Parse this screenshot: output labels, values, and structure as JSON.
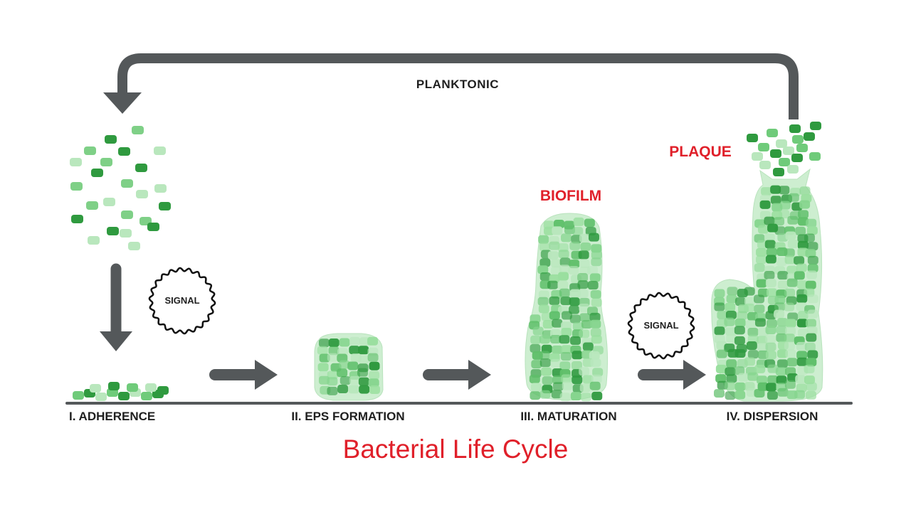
{
  "labels": {
    "planktonic": "PLANKTONIC",
    "signal_1": "SIGNAL",
    "signal_2": "SIGNAL",
    "biofilm": "BIOFILM",
    "plaque": "PLAQUE",
    "title": "Bacterial Life Cycle"
  },
  "stages": [
    {
      "label": "I. ADHERENCE"
    },
    {
      "label": "II. EPS FORMATION"
    },
    {
      "label": "III. MATURATION"
    },
    {
      "label": "IV. DISPERSION"
    }
  ],
  "colors": {
    "arrow": "#54585a",
    "ground": "#54585a",
    "cell_dark": "#2f9a3f",
    "cell_light": "#86d58e",
    "cell_pale": "#b9e7bd",
    "matrix": "#cdeed0",
    "red_text": "#e0202a",
    "label_text": "#1f1f1f"
  },
  "icons": {
    "cycle_arrow": "curved-return-arrow-icon",
    "down_arrow": "down-arrow-icon",
    "right_arrow": "right-arrow-icon",
    "signal_badge": "wavy-circle-icon"
  }
}
